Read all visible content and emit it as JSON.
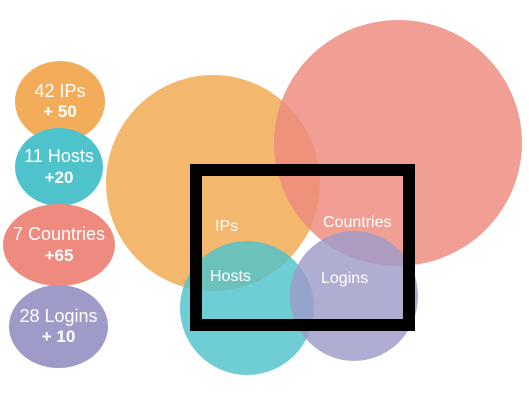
{
  "colors": {
    "ips": "#f3ad5a",
    "hosts": "#4fc3cc",
    "countries": "#ee8a7e",
    "logins": "#9e9bc8",
    "frame": "#000000",
    "text": "#ffffff"
  },
  "legend": [
    {
      "key": "ips",
      "count": "42 IPs",
      "delta": "+ 50"
    },
    {
      "key": "hosts",
      "count": "11 Hosts",
      "delta": "+20"
    },
    {
      "key": "countries",
      "count": "7 Countries",
      "delta": "+65"
    },
    {
      "key": "logins",
      "count": "28 Logins",
      "delta": "+ 10"
    }
  ],
  "venn": {
    "ips_label": "IPs",
    "countries_label": "Countries",
    "hosts_label": "Hosts",
    "logins_label": "Logins"
  }
}
